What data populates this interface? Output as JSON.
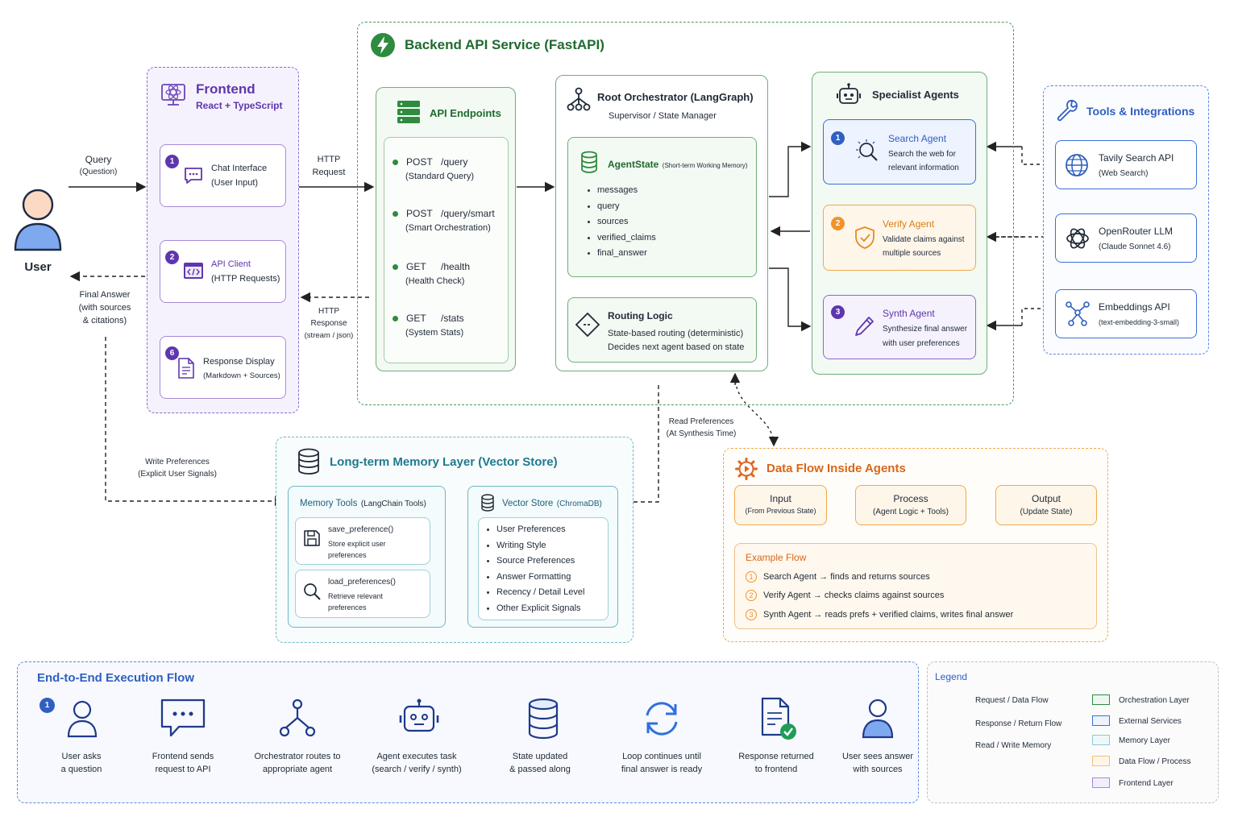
{
  "user": {
    "label": "User"
  },
  "query": {
    "title": "Query",
    "sub": "(Question)"
  },
  "final_answer": {
    "line1": "Final Answer",
    "line2": "(with sources",
    "line3": "& citations)"
  },
  "http_request": {
    "line1": "HTTP",
    "line2": "Request"
  },
  "http_response": {
    "line1": "HTTP",
    "line2": "Response",
    "line3": "(stream / json)"
  },
  "frontend": {
    "title": "Frontend",
    "subtitle": "React + TypeScript",
    "cards": [
      {
        "badge": "1",
        "title": "Chat Interface",
        "sub": "(User Input)"
      },
      {
        "badge": "2",
        "title": "API Client",
        "sub": "(HTTP Requests)"
      },
      {
        "badge": "6",
        "title": "Response Display",
        "sub": "(Markdown + Sources)"
      }
    ]
  },
  "backend": {
    "title": "Backend API Service (FastAPI)"
  },
  "api_endpoints": {
    "title": "API Endpoints",
    "items": [
      {
        "method": "POST",
        "path": "/query",
        "desc": "(Standard Query)"
      },
      {
        "method": "POST",
        "path": "/query/smart",
        "desc": "(Smart Orchestration)"
      },
      {
        "method": "GET",
        "path": "/health",
        "desc": "(Health Check)"
      },
      {
        "method": "GET",
        "path": "/stats",
        "desc": "(System Stats)"
      }
    ]
  },
  "orchestrator": {
    "title": "Root Orchestrator (LangGraph)",
    "subtitle": "Supervisor / State Manager",
    "state_title": "AgentState",
    "state_note": "(Short-term Working Memory)",
    "state_items": [
      "messages",
      "query",
      "sources",
      "verified_claims",
      "final_answer"
    ],
    "routing_title": "Routing Logic",
    "routing_line1": "State-based routing (deterministic)",
    "routing_line2": "Decides next agent based on state"
  },
  "specialists": {
    "title": "Specialist Agents",
    "agents": [
      {
        "badge": "1",
        "title": "Search Agent",
        "line1": "Search the web for",
        "line2": "relevant information"
      },
      {
        "badge": "2",
        "title": "Verify Agent",
        "line1": "Validate claims against",
        "line2": "multiple sources"
      },
      {
        "badge": "3",
        "title": "Synth Agent",
        "line1": "Synthesize final answer",
        "line2": "with user preferences"
      }
    ]
  },
  "tools": {
    "title": "Tools & Integrations",
    "items": [
      {
        "title": "Tavily Search API",
        "sub": "(Web Search)"
      },
      {
        "title": "OpenRouter LLM",
        "sub": "(Claude Sonnet 4.6)"
      },
      {
        "title": "Embeddings API",
        "sub": "(text-embedding-3-small)"
      }
    ]
  },
  "read_prefs": {
    "line1": "Read Preferences",
    "line2": "(At Synthesis Time)"
  },
  "write_prefs": {
    "line1": "Write Preferences",
    "line2": "(Explicit User Signals)"
  },
  "memory": {
    "title": "Long-term Memory Layer (Vector Store)",
    "tools_title": "Memory Tools",
    "tools_note": "(LangChain Tools)",
    "tools": [
      {
        "name": "save_preference()",
        "line1": "Store explicit user",
        "line2": "preferences"
      },
      {
        "name": "load_preferences()",
        "line1": "Retrieve relevant",
        "line2": "preferences"
      }
    ],
    "store_title": "Vector Store",
    "store_note": "(ChromaDB)",
    "store_items": [
      "User Preferences",
      "Writing Style",
      "Source Preferences",
      "Answer Formatting",
      "Recency / Detail Level",
      "Other Explicit Signals"
    ]
  },
  "dataflow": {
    "title": "Data Flow Inside Agents",
    "steps": [
      {
        "title": "Input",
        "sub": "(From Previous State)"
      },
      {
        "title": "Process",
        "sub": "(Agent Logic + Tools)"
      },
      {
        "title": "Output",
        "sub": "(Update State)"
      }
    ],
    "example_title": "Example Flow",
    "examples": [
      {
        "num": "1",
        "agent": "Search Agent",
        "arrow": "→",
        "text": "finds and returns sources"
      },
      {
        "num": "2",
        "agent": "Verify Agent",
        "arrow": "→",
        "text": "checks claims against sources"
      },
      {
        "num": "3",
        "agent": "Synth Agent",
        "arrow": "→",
        "text": "reads prefs + verified claims, writes final answer"
      }
    ]
  },
  "e2e": {
    "title": "End-to-End Execution Flow",
    "badge": "1",
    "steps": [
      {
        "line1": "User asks",
        "line2": "a question"
      },
      {
        "line1": "Frontend sends",
        "line2": "request to API"
      },
      {
        "line1": "Orchestrator routes to",
        "line2": "appropriate agent"
      },
      {
        "line1": "Agent executes task",
        "line2": "(search / verify / synth)"
      },
      {
        "line1": "State updated",
        "line2": "& passed along"
      },
      {
        "line1": "Loop continues until",
        "line2": "final answer is ready"
      },
      {
        "line1": "Response returned",
        "line2": "to frontend"
      },
      {
        "line1": "User sees answer",
        "line2": "with sources"
      }
    ]
  },
  "legend": {
    "title": "Legend",
    "lines": [
      "Request / Data Flow",
      "Response / Return Flow",
      "Read / Write Memory"
    ],
    "swatches": [
      {
        "label": "Orchestration Layer",
        "color": "#2e8b3f"
      },
      {
        "label": "External Services",
        "color": "#3b6fd8"
      },
      {
        "label": "Memory Layer",
        "color": "#4aa3b8"
      },
      {
        "label": "Data Flow / Process",
        "color": "#f0932b"
      },
      {
        "label": "Frontend Layer",
        "color": "#7b4ec9"
      }
    ]
  },
  "colors": {
    "green": "#2e8b3f",
    "blue": "#3b6fd8",
    "purple": "#7b4ec9",
    "orange": "#f0932b",
    "teal": "#4aa3b8"
  }
}
